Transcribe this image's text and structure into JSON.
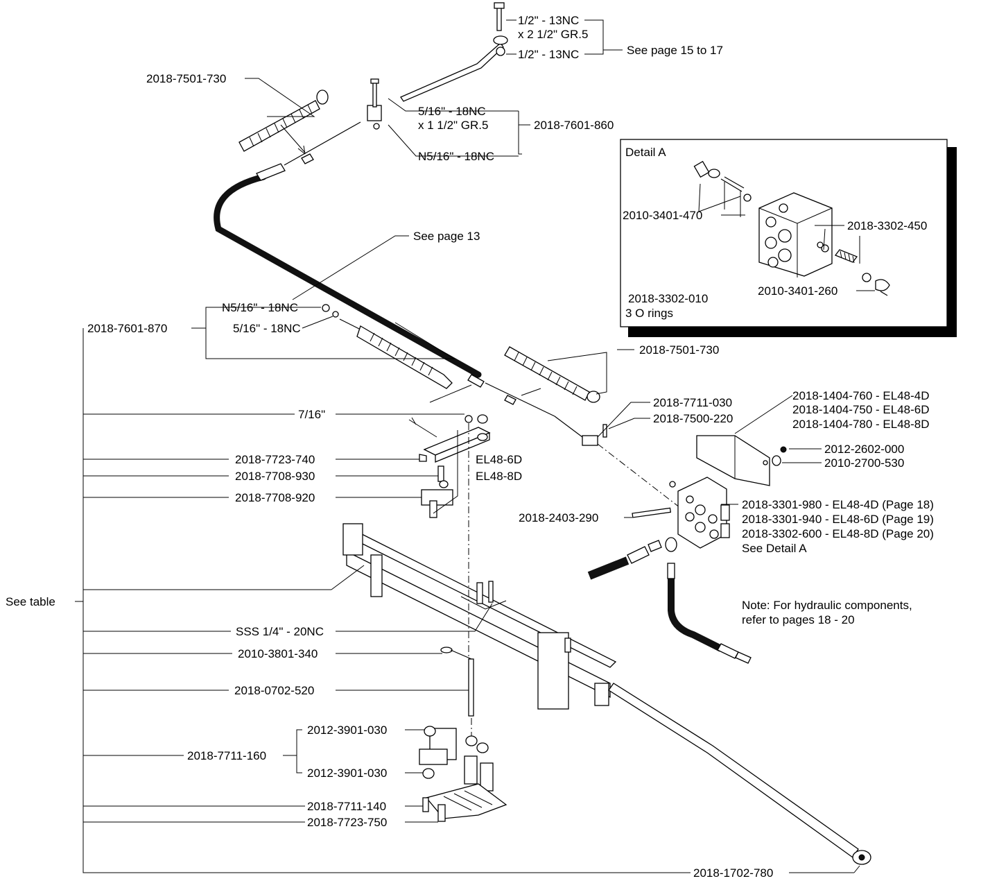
{
  "labels": {
    "bolt_top": "1/2\" - 13NC",
    "bolt_top_len": "x 2 1/2\" GR.5",
    "nut_top": "1/2\" - 13NC",
    "see_page_15_17": "See page 15 to 17",
    "boot_top": "2018-7501-730",
    "bolt_516": "5/16\" - 18NC",
    "bolt_516_len": "x 1 1/2\" GR.5",
    "clamp_kit": "2018-7601-860",
    "nut_n516": "N5/16\" - 18NC",
    "see_page_13": "See page 13",
    "nut_n516_b": "N5/16\" - 18NC",
    "nut_516_b": "5/16\" - 18NC",
    "spring_kit": "2018-7601-870",
    "boot_right": "2018-7501-730",
    "washer_716": "7/16\"",
    "clevis": "2018-7711-030",
    "pin": "2018-7500-220",
    "cover_4d": "2018-1404-760 - EL48-4D",
    "cover_6d": "2018-1404-750 - EL48-6D",
    "cover_8d": "2018-1404-780 - EL48-8D",
    "nut_right": "2012-2602-000",
    "washer_right": "2010-2700-530",
    "bracket_740": "2018-7723-740",
    "el48_6d": "EL48-6D",
    "el48_8d": "EL48-8D",
    "spacer_930": "2018-7708-930",
    "bracket_920": "2018-7708-920",
    "valve_4d": "2018-3301-980 - EL48-4D (Page 18)",
    "valve_6d": "2018-3301-940 - EL48-6D (Page 19)",
    "valve_8d": "2018-3302-600 - EL48-8D (Page 20)",
    "see_detail_a": "See Detail A",
    "bolt_290": "2018-2403-290",
    "see_table": "See table",
    "sss": "SSS 1/4\" - 20NC",
    "cotter": "2010-3801-340",
    "rod": "2018-0702-520",
    "note_1": "Note: For hydraulic components,",
    "note_2": "refer to pages 18 - 20",
    "nut_030_a": "2012-3901-030",
    "pivot": "2018-7711-160",
    "nut_030_b": "2012-3901-030",
    "base_140": "2018-7711-140",
    "base_750": "2018-7723-750",
    "handle": "2018-1702-780"
  },
  "detail_a": {
    "title": "Detail A",
    "spool": "2010-3401-470",
    "seal_kit": "2018-3302-450",
    "cap": "2010-3401-260",
    "orings_part": "2018-3302-010",
    "orings_desc": "3 O rings"
  }
}
